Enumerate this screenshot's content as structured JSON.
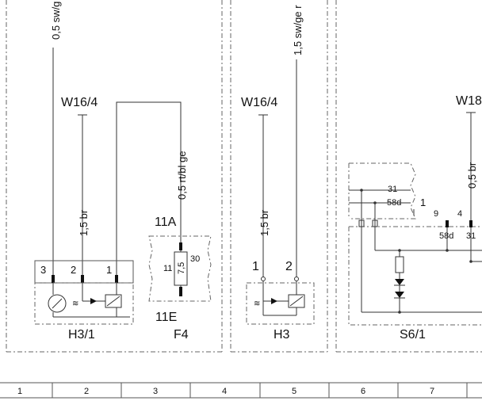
{
  "wires": {
    "top_left": "0,5 sw/g",
    "br_h31": "1,5 br",
    "rtbl_f4": "0,5 rt/bl ge",
    "br_h3": "1,5 br",
    "swge_h3": "1,5 sw/ge r",
    "sw_right": "0,5 br"
  },
  "grounds": {
    "w16_left": "W16/4",
    "w16_mid": "W16/4",
    "w18_right": "W18"
  },
  "components": {
    "h31": "H3/1",
    "f4": "F4",
    "h3": "H3",
    "s61": "S6/1"
  },
  "pins": {
    "h31_p3": "3",
    "h31_p2": "2",
    "h31_p1": "1",
    "f4_top": "11A",
    "f4_bottom": "11E",
    "f4_left": "11",
    "f4_value": "7,5",
    "f4_right": "30",
    "h3_p1": "1",
    "h3_p2": "2",
    "s61_31": "31",
    "s61_58d": "58d",
    "s61_1": "1",
    "s61_9": "9",
    "s61_4": "4",
    "s61_58d_b": "58d",
    "s61_31_b": "31"
  },
  "ruler": [
    "1",
    "2",
    "3",
    "4",
    "5",
    "6",
    "7"
  ]
}
